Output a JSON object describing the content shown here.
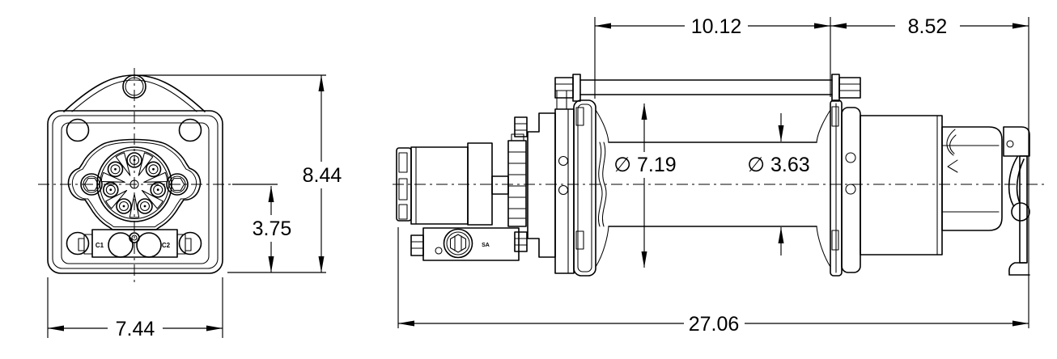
{
  "drawing": {
    "background_color": "#ffffff",
    "line_color": "#000000",
    "text_color": "#000000"
  },
  "front_view": {
    "port_label_left": "C1",
    "port_label_right": "C2",
    "dims": {
      "overall_height": "8.44",
      "centerline_to_base": "3.75",
      "overall_width": "7.44"
    }
  },
  "side_view": {
    "valve_port_label": "SA",
    "dims": {
      "drum_section_length": "10.12",
      "clutch_section_length": "8.52",
      "overall_length": "27.06",
      "flange_diameter": "∅ 7.19",
      "drum_barrel_diameter": "∅ 3.63"
    }
  }
}
